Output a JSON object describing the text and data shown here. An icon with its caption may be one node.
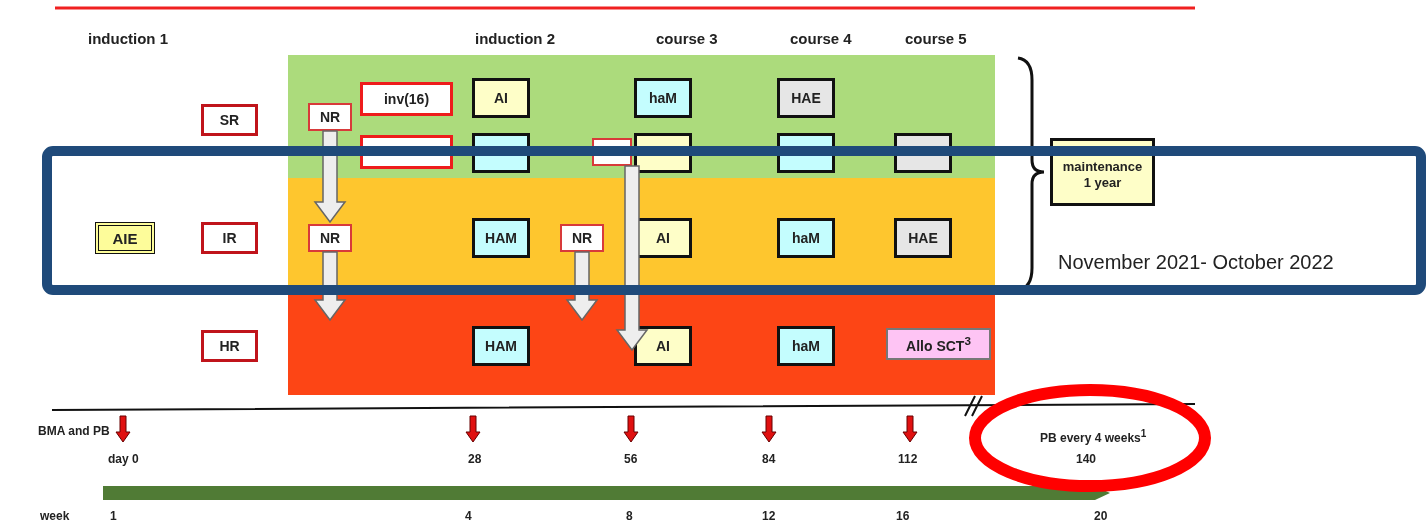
{
  "diagram": {
    "nodes": [
      {
        "text": [],
        "shape": "box"
      },
      {
        "text": [],
        "shape": "box"
      },
      {
        "text": [],
        "shape": "box"
      },
      {
        "text": [
          "AIE"
        ]
      },
      {
        "text": [
          "SR"
        ]
      },
      {
        "text": [
          "IR"
        ]
      },
      {
        "text": [
          "HR"
        ]
      },
      {
        "text": [
          "NR"
        ],
        "in": 0
      },
      {
        "text": [
          "inv(16)"
        ],
        "in": 0
      },
      {
        "text": [
          "AI"
        ],
        "in": 0
      },
      {
        "text": [
          "haM"
        ],
        "in": 0
      },
      {
        "text": [
          "HAE"
        ],
        "in": 0
      },
      {
        "text": [],
        "shape": "box",
        "in": 0
      },
      {
        "text": [],
        "shape": "box",
        "in": 0
      },
      {
        "text": [],
        "shape": "box",
        "in": 0
      },
      {
        "text": [],
        "shape": "box",
        "in": 0
      },
      {
        "text": [],
        "shape": "box",
        "in": 0
      },
      {
        "text": [],
        "shape": "box",
        "in": 0
      },
      {
        "text": [
          "NR"
        ],
        "in": 1
      },
      {
        "text": [
          "HAM"
        ],
        "in": 1
      },
      {
        "text": [
          "NR"
        ],
        "in": 1
      },
      {
        "text": [
          "AI"
        ],
        "in": 1
      },
      {
        "text": [
          "haM"
        ],
        "in": 1
      },
      {
        "text": [
          "HAE"
        ],
        "in": 1
      },
      {
        "text": [
          "HAM"
        ],
        "in": 2
      },
      {
        "text": [
          "AI"
        ],
        "in": 2
      },
      {
        "text": [
          "haM"
        ],
        "in": 2
      },
      {
        "text": [
          "Allo SCT$^{3}$"
        ],
        "in": 2
      },
      {
        "text": [
          "maintenance 1 year"
        ]
      }
    ],
    "edges": [
      {
        "from": 7,
        "to": 18,
        "arrow": "to"
      },
      {
        "from": 18,
        "to": null,
        "arrow": "to"
      },
      {
        "from": 14,
        "to": null,
        "arrow": "to"
      },
      {
        "from": 20,
        "to": null,
        "arrow": "to"
      }
    ],
    "labels": [
      "induction 1",
      "induction 2",
      "course 3",
      "course 4",
      "course 5",
      "November 2021- October 2022",
      "BMA and PB",
      "PB every 4 weeks$^{1}$",
      "day 0",
      "28",
      "56",
      "84",
      "112",
      "140",
      "week",
      "1",
      "4",
      "8",
      "12",
      "16",
      "20"
    ]
  }
}
